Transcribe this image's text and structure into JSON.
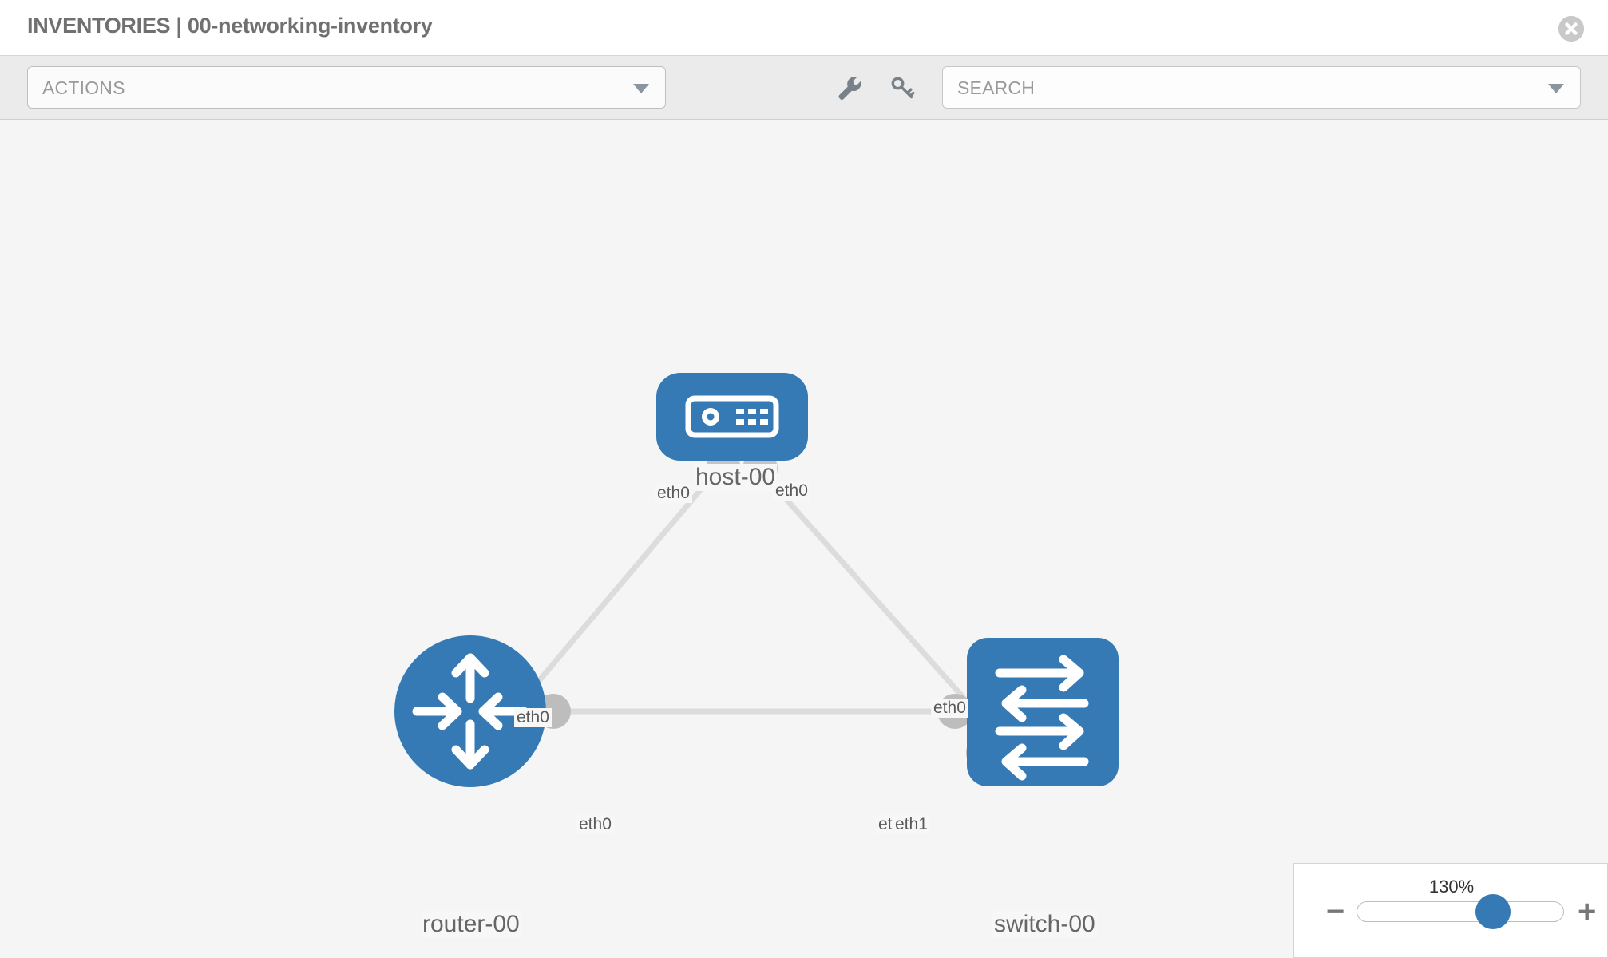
{
  "header": {
    "title": "INVENTORIES | 00-networking-inventory",
    "close_icon": "close-circle-icon"
  },
  "toolbar": {
    "actions_label": "ACTIONS",
    "actions_caret_icon": "chevron-down-icon",
    "wrench_icon": "wrench-icon",
    "key_icon": "key-icon",
    "search_placeholder": "SEARCH",
    "search_caret_icon": "chevron-down-icon"
  },
  "topology": {
    "nodes": [
      {
        "id": "host-00",
        "label": "host-00",
        "type": "host",
        "icon": "server-icon",
        "shape": "rounded-rect"
      },
      {
        "id": "router-00",
        "label": "router-00",
        "type": "router",
        "icon": "router-arrows-icon",
        "shape": "circle"
      },
      {
        "id": "switch-00",
        "label": "switch-00",
        "type": "switch",
        "icon": "switch-arrows-icon",
        "shape": "rounded-square"
      }
    ],
    "links": [
      {
        "from": "router-00",
        "to": "host-00",
        "from_label": "eth0",
        "to_label": "eth0"
      },
      {
        "from": "host-00",
        "to": "switch-00",
        "from_label": "eth0",
        "to_label": "eth0"
      },
      {
        "from": "router-00",
        "to": "switch-00",
        "from_label": "eth0",
        "to_label": "eth0",
        "to_label_2": "eth1"
      }
    ],
    "interface_labels": {
      "host_left": "eth0",
      "host_right": "eth0",
      "router_up": "eth0",
      "switch_up": "eth0",
      "router_right": "eth0",
      "switch_left_a": "eth0",
      "switch_left_b": "eth1"
    },
    "colors": {
      "node_blue": "#3579b5",
      "connector_gray": "#bdbdbd",
      "link_gray": "#d9d9d9",
      "canvas_bg": "#f5f5f5"
    }
  },
  "zoom_control": {
    "value_label": "130%",
    "minus_icon": "minus-icon",
    "plus_icon": "plus-icon",
    "slider_name": "zoom-slider",
    "thumb_percent": 57
  }
}
